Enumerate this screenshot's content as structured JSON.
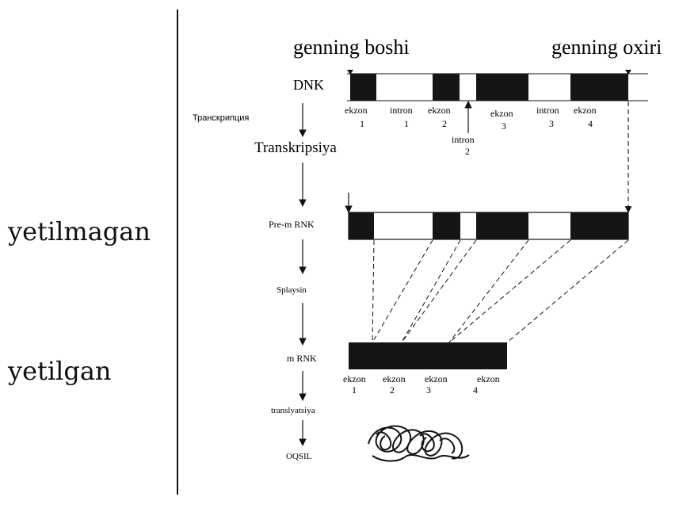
{
  "left_labels": {
    "immature": "yetilmagan",
    "mature": "yetilgan"
  },
  "header": {
    "gene_start": "genning boshi",
    "gene_end": "genning oxiri"
  },
  "steps": {
    "dna": "DNK",
    "transcription_ru": "Транскрипция",
    "transcription": "Transkripsiya",
    "pre_mrna": "Pre-m RNK",
    "splicing": "Splaysin",
    "mrna": "m RNK",
    "translation": "translyatsiya",
    "protein": "OQSIL"
  },
  "dna_labels": {
    "ekzon1": "ekzon",
    "ekzon1_n": "1",
    "intron1": "intron",
    "intron1_n": "1",
    "ekzon2": "ekzon",
    "ekzon2_n": "2",
    "intron2": "intron",
    "intron2_n": "2",
    "ekzon3": "ekzon",
    "ekzon3_n": "3",
    "intron3": "intron",
    "intron3_n": "3",
    "ekzon4": "ekzon",
    "ekzon4_n": "4"
  },
  "mrna_labels": {
    "e1": "ekzon",
    "e1_n": "1",
    "e2": "ekzon",
    "e2_n": "2",
    "e3": "ekzon",
    "e3_n": "3",
    "e4": "ekzon",
    "e4_n": "4"
  }
}
